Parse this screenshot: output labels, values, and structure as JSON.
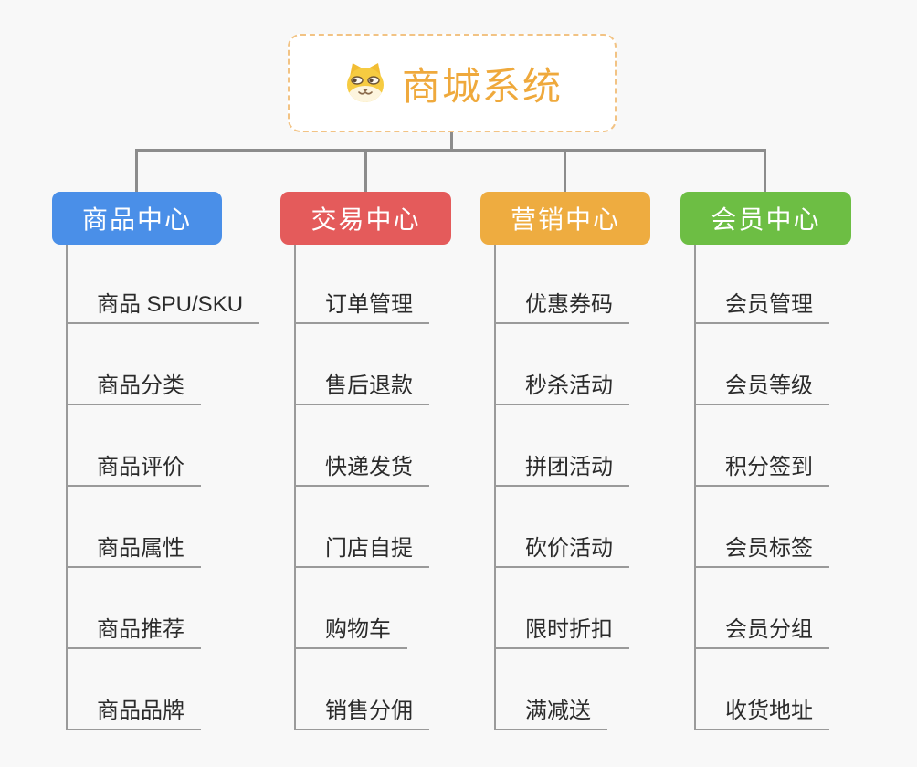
{
  "root": {
    "title": "商城系统",
    "icon": "dog-face-icon",
    "title_color": "#efa93c",
    "border_color": "#f2c384"
  },
  "connector_color": "#8c8c8c",
  "columns": [
    {
      "label": "商品中心",
      "color": "#4a8fe8",
      "items": [
        "商品 SPU/SKU",
        "商品分类",
        "商品评价",
        "商品属性",
        "商品推荐",
        "商品品牌"
      ]
    },
    {
      "label": "交易中心",
      "color": "#e45b5b",
      "items": [
        "订单管理",
        "售后退款",
        "快递发货",
        "门店自提",
        "购物车",
        "销售分佣"
      ]
    },
    {
      "label": "营销中心",
      "color": "#eeac40",
      "items": [
        "优惠券码",
        "秒杀活动",
        "拼团活动",
        "砍价活动",
        "限时折扣",
        "满减送"
      ]
    },
    {
      "label": "会员中心",
      "color": "#6dbe44",
      "items": [
        "会员管理",
        "会员等级",
        "积分签到",
        "会员标签",
        "会员分组",
        "收货地址"
      ]
    }
  ]
}
